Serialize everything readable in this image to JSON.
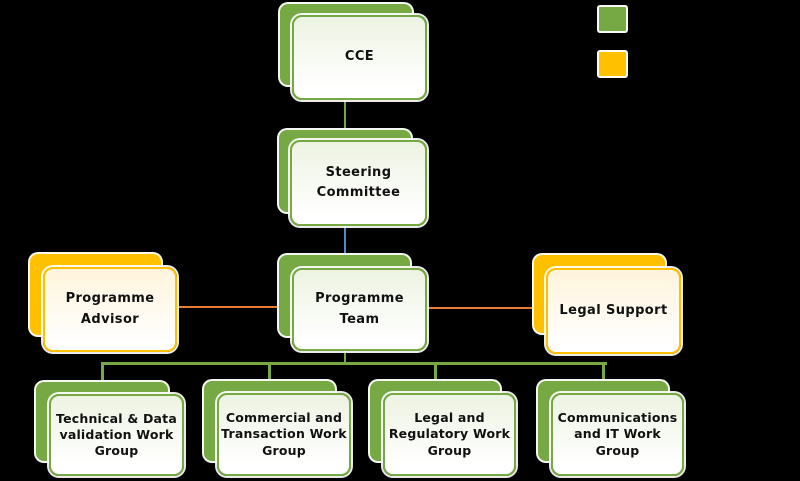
{
  "colors": {
    "background": "#000000",
    "green": "#76A943",
    "green_tint": "#EDF3E2",
    "orange": "#FFC000",
    "orange_tint": "#FFF4DC",
    "blue_connector": "#5588C7",
    "orange_connector": "#E87D33",
    "text": "#111111",
    "white": "#FFFFFF"
  },
  "legend": {
    "swatches": [
      {
        "name": "green-swatch",
        "color": "#76A943"
      },
      {
        "name": "orange-swatch",
        "color": "#FFC000"
      }
    ]
  },
  "nodes": {
    "cce": {
      "label": "CCE"
    },
    "steering": {
      "label": "Steering\nCommittee"
    },
    "team": {
      "label": "Programme\nTeam"
    },
    "advisor": {
      "label": "Programme\nAdvisor"
    },
    "legal": {
      "label": "Legal Support"
    },
    "wg1": {
      "label": "Technical & Data\nvalidation Work\nGroup"
    },
    "wg2": {
      "label": "Commercial and\nTransaction Work\nGroup"
    },
    "wg3": {
      "label": "Legal and\nRegulatory Work\nGroup"
    },
    "wg4": {
      "label": "Communications\nand IT Work\nGroup"
    }
  }
}
